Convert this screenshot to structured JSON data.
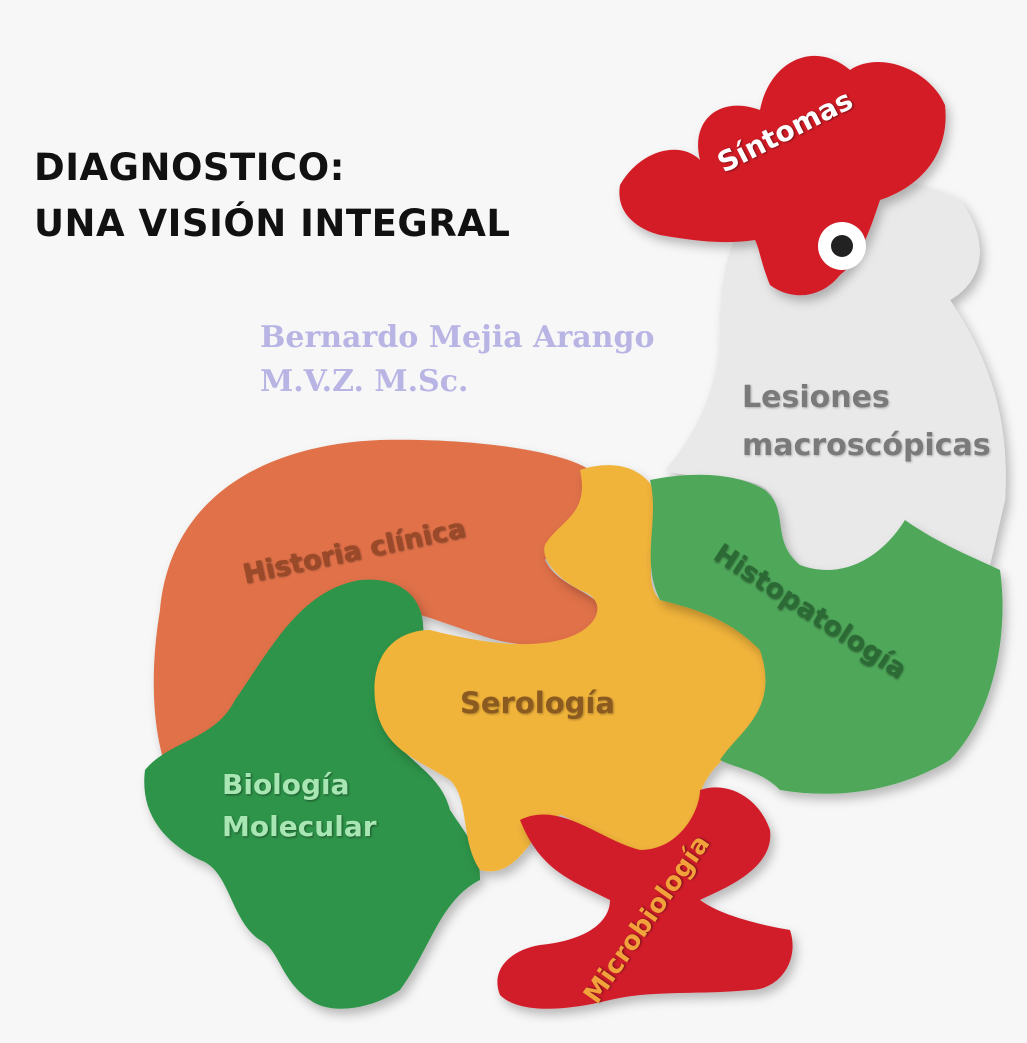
{
  "header": {
    "title_line1": "DIAGNOSTICO:",
    "title_line2": "UNA VISIÓN INTEGRAL"
  },
  "author": {
    "name": "Bernardo Mejia Arango",
    "degrees": "M.V.Z.  M.Sc."
  },
  "pieces": {
    "sintomas": "Síntomas",
    "lesiones_line1": "Lesiones",
    "lesiones_line2": "macroscópicas",
    "historia": "Historia clínica",
    "histopatologia": "Histopatología",
    "serologia": "Serología",
    "biologia_line1": "Biología",
    "biologia_line2": "Molecular",
    "microbiologia": "Microbiología"
  },
  "colors": {
    "comb_red": "#d41e26",
    "neck_white": "#e9e9ea",
    "tail_orange": "#e0714a",
    "body_green": "#3f9e4d",
    "front_green": "#4fa85a",
    "center_yellow": "#f1b43a",
    "legs_red": "#d11f2a"
  }
}
